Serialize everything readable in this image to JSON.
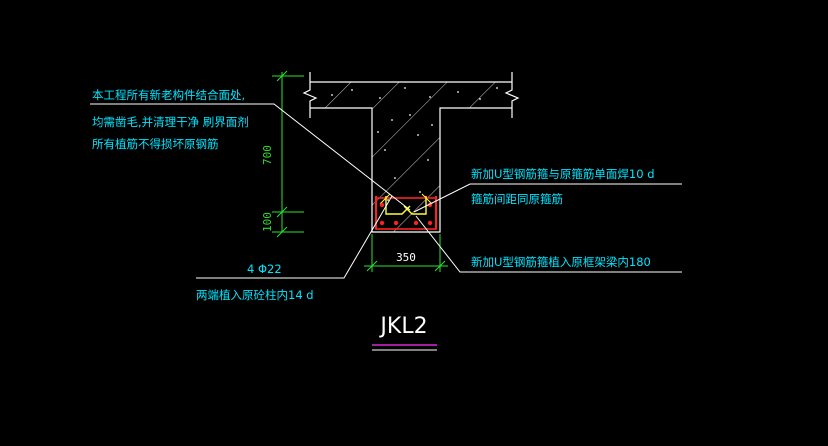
{
  "colors": {
    "background": "#000000",
    "outline": "#ffffff",
    "dimension": "#2fe02f",
    "annotation": "#00e5ff",
    "rebar_red": "#ff2020",
    "rebar_yellow": "#ffff33",
    "title_underline": "#ff33ff"
  },
  "notes": {
    "left_line1": "本工程所有新老构件结合面处,",
    "left_line2": "均需凿毛,并清理干净  刷界面剂",
    "left_line3": "所有植筋不得损坏原钢筋",
    "right_top_line1": "新加U型钢筋箍与原箍筋单面焊10 d",
    "right_top_line2": "箍筋间距同原箍筋",
    "right_bottom": "新加U型钢筋箍植入原框架梁内180",
    "bottom_left_line1": "4 Φ22",
    "bottom_left_line2": "两端植入原砼柱内14 d"
  },
  "dimensions": {
    "height_upper": "700",
    "height_lower": "100",
    "width": "350"
  },
  "title": "JKL2"
}
